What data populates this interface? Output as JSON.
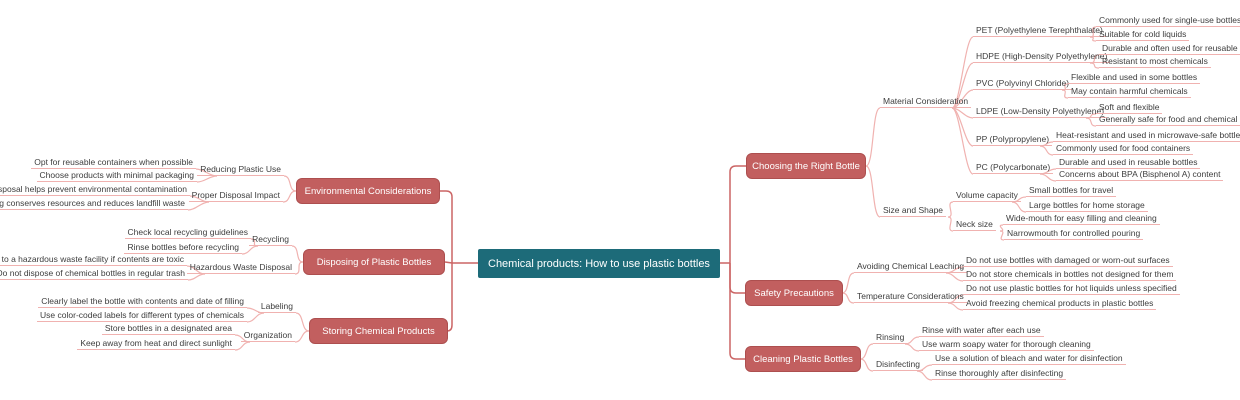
{
  "root": {
    "label": "Chemical products: How to use plastic bottles"
  },
  "colors": {
    "central_bg": "#1d6b79",
    "topic_bg": "#c25f5f",
    "topic_border": "#ad4f4f",
    "trunk_line": "#cb6565",
    "child_line": "#f0b2b0",
    "label_text": "#3d3d3d"
  },
  "right": [
    {
      "label": "Choosing the Right Bottle",
      "children": [
        {
          "label": "Material Consideration",
          "children": [
            {
              "label": "PET (Polyethylene Terephthalate)",
              "children": [
                {
                  "label": "Commonly used for single-use bottles"
                },
                {
                  "label": "Suitable for cold liquids"
                }
              ]
            },
            {
              "label": "HDPE (High-Density Polyethylene)",
              "children": [
                {
                  "label": "Durable and often used for reusable bottles"
                },
                {
                  "label": "Resistant to most chemicals"
                }
              ]
            },
            {
              "label": "PVC (Polyvinyl Chloride)",
              "children": [
                {
                  "label": "Flexible and used in some bottles"
                },
                {
                  "label": "May contain harmful chemicals"
                }
              ]
            },
            {
              "label": "LDPE (Low-Density Polyethylene)",
              "children": [
                {
                  "label": "Soft and flexible"
                },
                {
                  "label": "Generally safe for food and chemical storage"
                }
              ]
            },
            {
              "label": "PP (Polypropylene)",
              "children": [
                {
                  "label": "Heat-resistant and used in microwave-safe bottles"
                },
                {
                  "label": "Commonly used for food containers"
                }
              ]
            },
            {
              "label": "PC (Polycarbonate)",
              "children": [
                {
                  "label": "Durable and used in reusable bottles"
                },
                {
                  "label": "Concerns about BPA (Bisphenol A) content"
                }
              ]
            }
          ]
        },
        {
          "label": "Size and Shape",
          "children": [
            {
              "label": "Volume capacity",
              "children": [
                {
                  "label": "Small bottles for travel"
                },
                {
                  "label": "Large bottles for home storage"
                }
              ]
            },
            {
              "label": "Neck size",
              "children": [
                {
                  "label": "Wide-mouth for easy filling and cleaning"
                },
                {
                  "label": "Narrowmouth for controlled pouring"
                }
              ]
            }
          ]
        }
      ]
    },
    {
      "label": "Safety Precautions",
      "children": [
        {
          "label": "Avoiding Chemical Leaching",
          "children": [
            {
              "label": "Do not use bottles with damaged or worn-out surfaces"
            },
            {
              "label": "Do not store chemicals in bottles not designed for them"
            }
          ]
        },
        {
          "label": "Temperature Considerations",
          "children": [
            {
              "label": "Do not use plastic bottles for hot liquids unless specified"
            },
            {
              "label": "Avoid freezing chemical products in plastic bottles"
            }
          ]
        }
      ]
    },
    {
      "label": "Cleaning Plastic Bottles",
      "children": [
        {
          "label": "Rinsing",
          "children": [
            {
              "label": "Rinse with water after each use"
            },
            {
              "label": "Use warm soapy water for thorough cleaning"
            }
          ]
        },
        {
          "label": "Disinfecting",
          "children": [
            {
              "label": "Use a solution of bleach and water for disinfection"
            },
            {
              "label": "Rinse thoroughly after disinfecting"
            }
          ]
        }
      ]
    }
  ],
  "left": [
    {
      "label": "Environmental Considerations",
      "children": [
        {
          "label": "Reducing Plastic Use",
          "children": [
            {
              "label": "Opt for reusable containers when possible"
            },
            {
              "label": "Choose products with minimal packaging"
            }
          ]
        },
        {
          "label": "Proper Disposal Impact",
          "children": [
            {
              "label": "Proper disposal helps prevent environmental contamination"
            },
            {
              "label": "Recycling conserves resources and reduces landfill waste"
            }
          ]
        }
      ]
    },
    {
      "label": "Disposing of Plastic Bottles",
      "children": [
        {
          "label": "Recycling",
          "children": [
            {
              "label": "Check local recycling guidelines"
            },
            {
              "label": "Rinse bottles before recycling"
            }
          ]
        },
        {
          "label": "Hazardous Waste Disposal",
          "children": [
            {
              "label": "Take to a hazardous waste facility if contents are toxic"
            },
            {
              "label": "Do not dispose of chemical bottles in regular trash"
            }
          ]
        }
      ]
    },
    {
      "label": "Storing Chemical Products",
      "children": [
        {
          "label": "Labeling",
          "children": [
            {
              "label": "Clearly label the bottle with contents and date of filling"
            },
            {
              "label": "Use color-coded labels for different types of chemicals"
            }
          ]
        },
        {
          "label": "Organization",
          "children": [
            {
              "label": "Store bottles in a designated area"
            },
            {
              "label": "Keep away from heat and direct sunlight"
            }
          ]
        }
      ]
    }
  ]
}
